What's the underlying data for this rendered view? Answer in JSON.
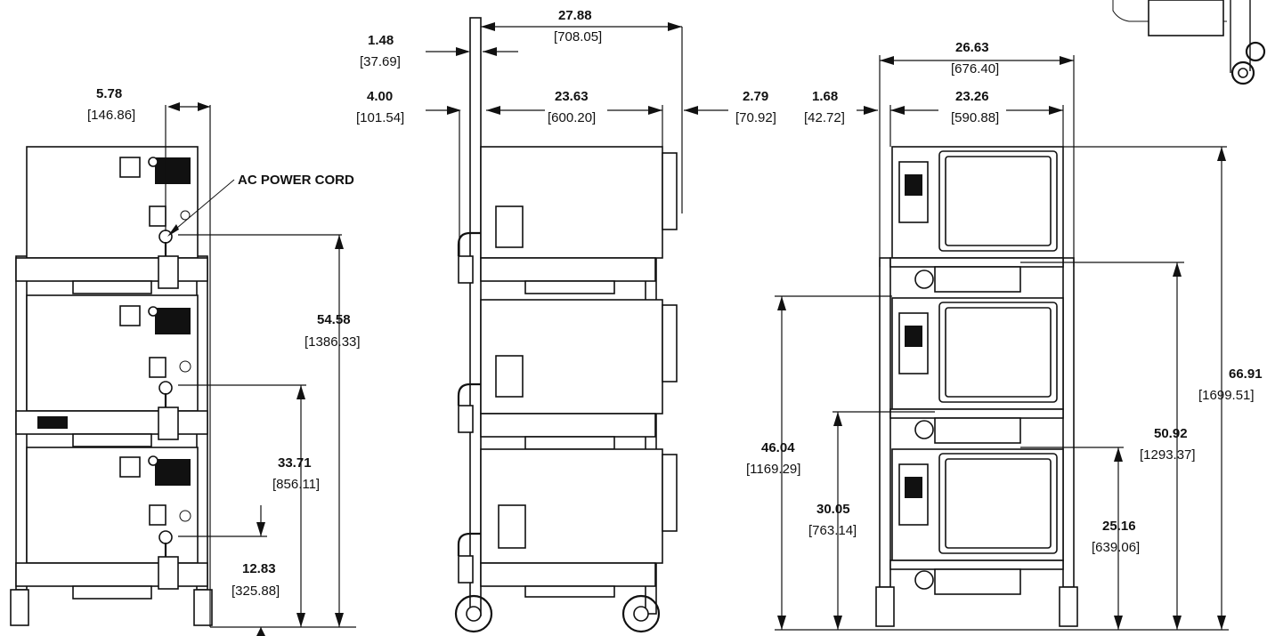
{
  "callout": {
    "power_cord": "AC POWER CORD"
  },
  "dimensions": {
    "d_5_78": {
      "in": "5.78",
      "mm": "146.86"
    },
    "d_54_58": {
      "in": "54.58",
      "mm": "1386.33"
    },
    "d_33_71": {
      "in": "33.71",
      "mm": "856.11"
    },
    "d_12_83": {
      "in": "12.83",
      "mm": "325.88"
    },
    "d_1_48": {
      "in": "1.48",
      "mm": "37.69"
    },
    "d_27_88": {
      "in": "27.88",
      "mm": "708.05"
    },
    "d_4_00": {
      "in": "4.00",
      "mm": "101.54"
    },
    "d_23_63": {
      "in": "23.63",
      "mm": "600.20"
    },
    "d_2_79": {
      "in": "2.79",
      "mm": "70.92"
    },
    "d_1_68": {
      "in": "1.68",
      "mm": "42.72"
    },
    "d_26_63": {
      "in": "26.63",
      "mm": "676.40"
    },
    "d_23_26": {
      "in": "23.26",
      "mm": "590.88"
    },
    "d_66_91": {
      "in": "66.91",
      "mm": "1699.51"
    },
    "d_50_92": {
      "in": "50.92",
      "mm": "1293.37"
    },
    "d_46_04": {
      "in": "46.04",
      "mm": "1169.29"
    },
    "d_30_05": {
      "in": "30.05",
      "mm": "763.14"
    },
    "d_25_16": {
      "in": "25.16",
      "mm": "639.06"
    }
  }
}
